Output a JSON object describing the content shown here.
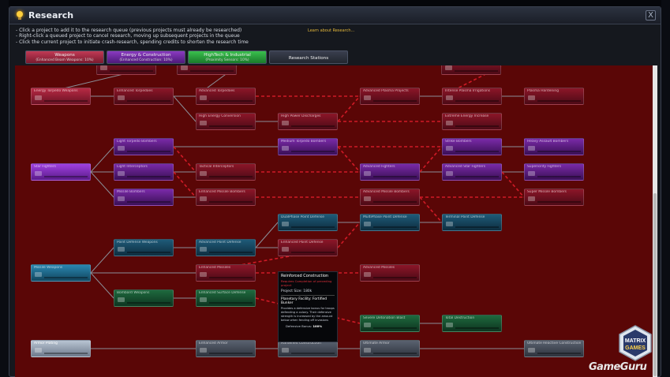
{
  "window": {
    "title": "Research",
    "close_label": "X",
    "instructions": [
      "- Click a project to add it to the research queue (previous projects must already be researched)",
      "- Right-click a queued project to cancel research, moving up subsequent projects in the queue",
      "- Click the current project to initiate crash-research, spending credits to shorten the research time"
    ],
    "learn_link": "Learn about Research..."
  },
  "tabs": [
    {
      "label": "Weapons",
      "sub": "(Enhanced Beam Weapons: 10%)"
    },
    {
      "label": "Energy & Construction",
      "sub": "(Enhanced Construction: 10%)"
    },
    {
      "label": "HighTech & Industrial",
      "sub": "(Proximity Sensors: 10%)"
    },
    {
      "label": "Research Stations",
      "sub": ""
    }
  ],
  "nodes": [
    {
      "label": "",
      "color": "red"
    },
    {
      "label": "",
      "color": "red"
    },
    {
      "label": "",
      "color": "red"
    },
    {
      "label": "Energy Torpedo Weapons",
      "color": "red"
    },
    {
      "label": "Enhanced Torpedoes",
      "color": "red"
    },
    {
      "label": "Advanced Torpedoes",
      "color": "red"
    },
    {
      "label": "Advanced Plasma Projects",
      "color": "red"
    },
    {
      "label": "Intense Plasma Irrigations",
      "color": "red"
    },
    {
      "label": "Plasma Hardening",
      "color": "red"
    },
    {
      "label": "High Energy Conversion",
      "color": "red"
    },
    {
      "label": "High Power Discharges",
      "color": "red"
    },
    {
      "label": "Extreme Energy Increase",
      "color": "red"
    },
    {
      "label": "Light Torpedo Bombers",
      "color": "purple"
    },
    {
      "label": "Medium Torpedo Bombers",
      "color": "purple"
    },
    {
      "label": "Strike Bombers",
      "color": "purple"
    },
    {
      "label": "Heavy Assault Bombers",
      "color": "purple"
    },
    {
      "label": "Star Fighters",
      "color": "purple"
    },
    {
      "label": "Light Interceptors",
      "color": "purple"
    },
    {
      "label": "Tactical Interceptors",
      "color": "red"
    },
    {
      "label": "Advanced Fighters",
      "color": "purple"
    },
    {
      "label": "Advanced Star Fighters",
      "color": "purple"
    },
    {
      "label": "Superiority Fighters",
      "color": "purple"
    },
    {
      "label": "Missile Bombers",
      "color": "purple"
    },
    {
      "label": "Enhanced Missile Bombers",
      "color": "red"
    },
    {
      "label": "Advanced Missile Bombers",
      "color": "red"
    },
    {
      "label": "Super Missile Bombers",
      "color": "red"
    },
    {
      "label": "DualPhase Point Defense",
      "color": "blue"
    },
    {
      "label": "MultiPhase Point Defense",
      "color": "blue"
    },
    {
      "label": "Terminal Point Defense",
      "color": "blue"
    },
    {
      "label": "Point Defense Weapons",
      "color": "blue"
    },
    {
      "label": "Advanced Point Defense",
      "color": "blue"
    },
    {
      "label": "Enhanced Point Defense",
      "color": "red"
    },
    {
      "label": "Missile Weapons",
      "color": "blue"
    },
    {
      "label": "Enhanced Missiles",
      "color": "red"
    },
    {
      "label": "Advanced Missiles",
      "color": "red"
    },
    {
      "label": "Bombard Weapons",
      "color": "green"
    },
    {
      "label": "Enhanced Surface Defense",
      "color": "green"
    },
    {
      "label": "Severe Detonation Blast",
      "color": "green"
    },
    {
      "label": "Total Destruction",
      "color": "green"
    },
    {
      "label": "Armor Plating",
      "color": "white"
    },
    {
      "label": "Enhanced Armor",
      "color": "grey"
    },
    {
      "label": "Hardened Construction",
      "color": "grey"
    },
    {
      "label": "Ultimate Armor",
      "color": "grey"
    },
    {
      "label": "Ultimate Reactive Construction",
      "color": "grey"
    }
  ],
  "tooltip": {
    "title": "Reinforced Construction",
    "requirement": "Requires Completion of preceding project",
    "project_size": "Project Size: 180k",
    "facility": "Planetary Facility: Fortified Bunker",
    "description": "Provides a defensive bonus for troops defending a colony. Their defensive strength is increased by the amount below when fending off invasions",
    "bonus_label": "Defensive Bonus:",
    "bonus_value": "100%"
  },
  "logo": {
    "lines": [
      "MATRIX",
      "GAMES"
    ]
  },
  "watermark": "GameGuru"
}
